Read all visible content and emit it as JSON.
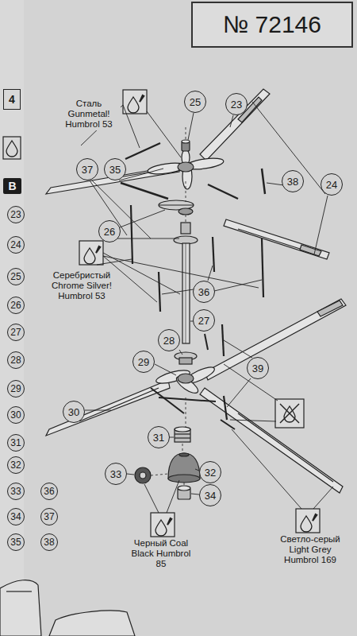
{
  "diagram": {
    "nodes": [
      {
        "text": [
          "№ 72146"
        ]
      },
      {
        "text": [
          "4"
        ]
      },
      {
        "text": [
          "B"
        ]
      },
      {
        "text": [
          "23"
        ]
      },
      {
        "text": [
          "24"
        ]
      },
      {
        "text": [
          "25"
        ]
      },
      {
        "text": [
          "26"
        ]
      },
      {
        "text": [
          "27"
        ]
      },
      {
        "text": [
          "28"
        ]
      },
      {
        "text": [
          "29"
        ]
      },
      {
        "text": [
          "30"
        ]
      },
      {
        "text": [
          "31"
        ]
      },
      {
        "text": [
          "32"
        ]
      },
      {
        "text": [
          "33"
        ]
      },
      {
        "text": [
          "36"
        ]
      },
      {
        "text": [
          "34"
        ]
      },
      {
        "text": [
          "37"
        ]
      },
      {
        "text": [
          "35"
        ]
      },
      {
        "text": [
          "38"
        ]
      },
      {
        "text": [
          "25"
        ]
      },
      {
        "text": [
          "23"
        ]
      },
      {
        "text": [
          "37"
        ]
      },
      {
        "text": [
          "35"
        ]
      },
      {
        "text": [
          "38"
        ]
      },
      {
        "text": [
          "24"
        ]
      },
      {
        "text": [
          "26"
        ]
      },
      {
        "text": [
          "36"
        ]
      },
      {
        "text": [
          "27"
        ]
      },
      {
        "text": [
          "28"
        ]
      },
      {
        "text": [
          "29"
        ]
      },
      {
        "text": [
          "39"
        ]
      },
      {
        "text": [
          "30"
        ]
      },
      {
        "text": [
          "31"
        ]
      },
      {
        "text": [
          "33"
        ]
      },
      {
        "text": [
          "32"
        ]
      },
      {
        "text": [
          "34"
        ]
      }
    ],
    "labels": [
      "Сталь Gunmetal! Humbrol 53",
      "Серебристый Chrome Silver! Humbrol 53",
      "Черный Coal Black Humbrol 85",
      "Светло-серый Light Grey Humbrol 169"
    ]
  }
}
